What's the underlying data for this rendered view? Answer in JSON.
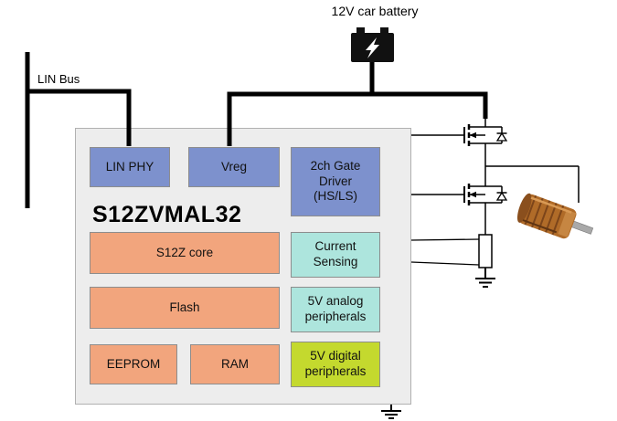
{
  "diagram": {
    "battery_label": "12V car battery",
    "lin_bus_label": "LIN Bus",
    "chip": {
      "title": "S12ZVMAL32",
      "blocks": {
        "lin_phy": "LIN PHY",
        "vreg": "Vreg",
        "gate_driver": "2ch Gate Driver (HS/LS)",
        "s12z_core": "S12Z core",
        "current_sensing": "Current Sensing",
        "flash": "Flash",
        "analog_peripherals": "5V analog peripherals",
        "eeprom": "EEPROM",
        "ram": "RAM",
        "digital_peripherals": "5V digital peripherals"
      }
    },
    "colors": {
      "blue": "#7d91cd",
      "orange": "#f2a57d",
      "cyan": "#ade5dd",
      "green": "#c4d92e",
      "chip_bg": "#ededed",
      "wire": "#000000",
      "copper": "#b06b28"
    }
  }
}
